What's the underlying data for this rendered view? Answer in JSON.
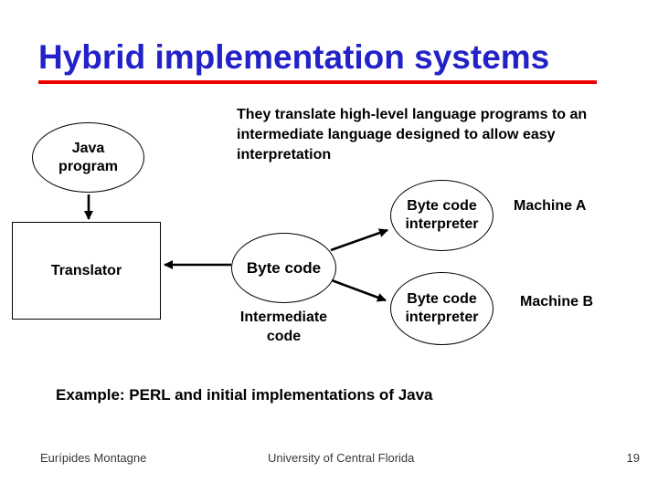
{
  "slide": {
    "title": "Hybrid implementation systems",
    "description": "They translate high-level language programs to an\nintermediate language designed to allow easy\ninterpretation",
    "example": "Example: PERL and initial implementations of Java"
  },
  "diagram": {
    "java_program": "Java\nprogram",
    "translator": "Translator",
    "byte_code": "Byte code",
    "intermediate_code": "Intermediate\ncode",
    "interpreter_a": "Byte code\ninterpreter",
    "interpreter_b": "Byte code\ninterpreter",
    "machine_a": "Machine A",
    "machine_b": "Machine B",
    "connections": [
      {
        "from": "Java program",
        "to": "Translator"
      },
      {
        "from": "Byte code",
        "to": "Translator"
      },
      {
        "from": "Byte code",
        "to": "Byte code interpreter (Machine A)"
      },
      {
        "from": "Byte code",
        "to": "Byte code interpreter (Machine B)"
      }
    ]
  },
  "footer": {
    "author": "Eurípides Montagne",
    "institution": "University of Central Florida",
    "page_number": "19"
  },
  "colors": {
    "title_blue": "#2222c8",
    "underline_red": "#ee0000",
    "text_black": "#000000",
    "footer_gray": "#3a3a3a"
  }
}
